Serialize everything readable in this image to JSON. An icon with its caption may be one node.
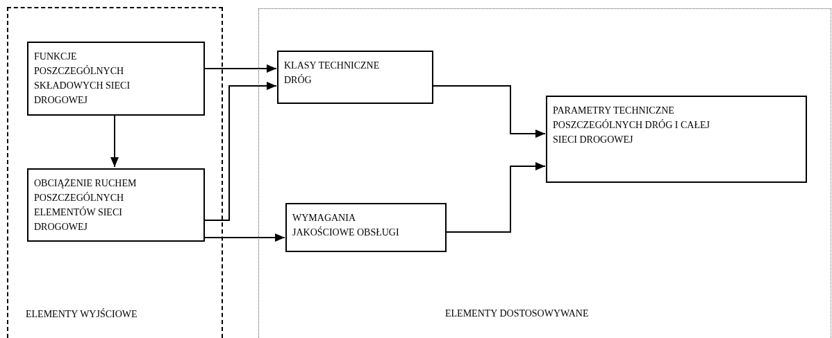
{
  "diagram": {
    "nodes": [
      {
        "text": [
          "ELEMENTY WYJŚCIOWE"
        ]
      },
      {
        "text": [
          "FUNKCJE POSZCZEGÓLNYCH SKŁADOWYCH SIECI DROGOWEJ"
        ],
        "in": 0
      },
      {
        "text": [
          "OBCIĄŻENIE RUCHEM POSZCZEGÓLNYCH ELEMENTÓW SIECI DROGOWEJ"
        ],
        "in": 0
      },
      {
        "text": [
          "ELEMENTY DOSTOSOWYWANE"
        ]
      },
      {
        "text": [
          "KLASY TECHNICZNE DRÓG"
        ],
        "in": 3
      },
      {
        "text": [
          "WYMAGANIA JAKOŚCIOWE OBSŁUGI"
        ],
        "in": 3
      },
      {
        "text": [
          "PARAMETRY TECHNICZNE POSZCZEGÓLNYCH DRÓG I CAŁEJ SIECI DROGOWEJ"
        ],
        "in": 3
      }
    ],
    "edges": [
      {
        "from": 1,
        "to": 4,
        "arrow": "to"
      },
      {
        "from": 1,
        "to": 2,
        "arrow": "to"
      },
      {
        "from": 2,
        "to": 4,
        "arrow": "to"
      },
      {
        "from": 2,
        "to": 5,
        "arrow": "to"
      },
      {
        "from": 4,
        "to": 6,
        "arrow": "to"
      },
      {
        "from": 5,
        "to": 6,
        "arrow": "to"
      }
    ]
  }
}
